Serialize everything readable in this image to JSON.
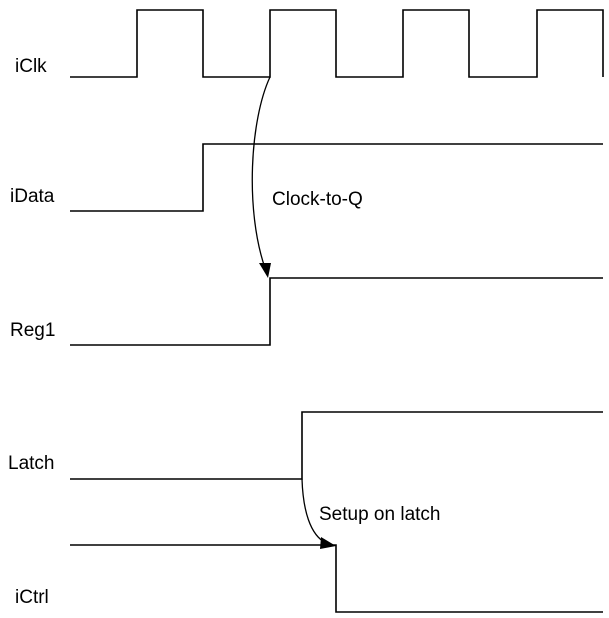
{
  "signals": [
    {
      "id": "iclk",
      "label": "iClk"
    },
    {
      "id": "idata",
      "label": "iData"
    },
    {
      "id": "reg1",
      "label": "Reg1"
    },
    {
      "id": "latch",
      "label": "Latch"
    },
    {
      "id": "ictrl",
      "label": "iCtrl"
    }
  ],
  "annotations": {
    "clock_to_q": "Clock-to-Q",
    "setup_on_latch": "Setup on latch"
  },
  "colors": {
    "line": "#000000",
    "background": "#ffffff"
  }
}
